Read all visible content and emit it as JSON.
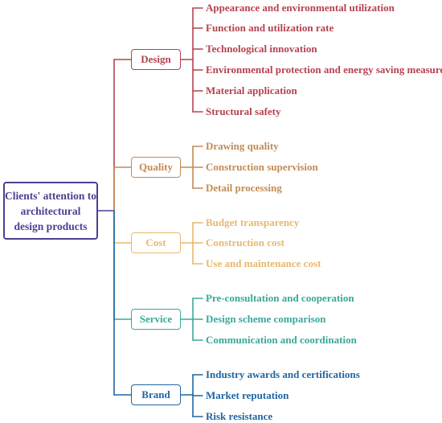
{
  "root": {
    "label": "Clients' attention to architectural design products",
    "color": "#4e3f93"
  },
  "categories": [
    {
      "label": "Design",
      "color": "#b5424f",
      "items": [
        "Appearance and environmental utilization",
        "Function and utilization rate",
        "Technological innovation",
        "Environmental protection and energy saving measures",
        "Material application",
        "Structural safety"
      ]
    },
    {
      "label": "Quality",
      "color": "#c48a55",
      "items": [
        "Drawing quality",
        "Construction supervision",
        "Detail processing"
      ]
    },
    {
      "label": "Cost",
      "color": "#e7b86e",
      "items": [
        "Budget transparency",
        "Construction cost",
        "Use and maintenance cost"
      ]
    },
    {
      "label": "Service",
      "color": "#3aa89a",
      "items": [
        "Pre-consultation and cooperation",
        "Design scheme comparison",
        "Communication and coordination"
      ]
    },
    {
      "label": "Brand",
      "color": "#1f65a6",
      "items": [
        "Industry awards and certifications",
        "Market reputation",
        "Risk resistance"
      ]
    }
  ]
}
